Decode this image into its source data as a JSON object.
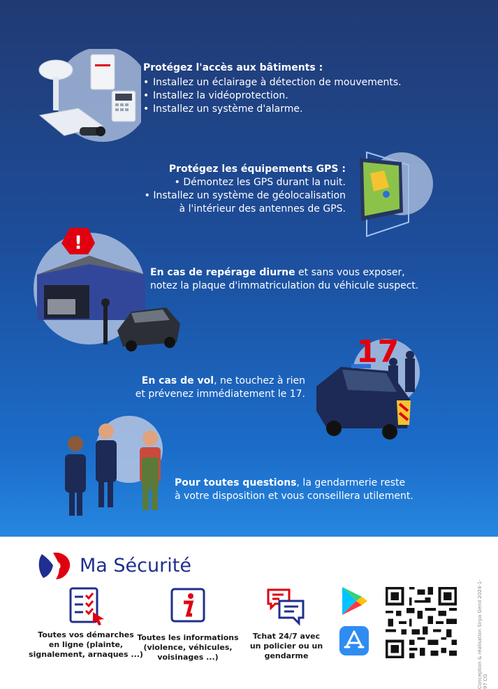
{
  "sections": {
    "buildings": {
      "title": "Protégez l'accès aux bâtiments :",
      "items": [
        "Installez un éclairage à détection de mouvements.",
        "Installez la vidéoprotection.",
        "Installez un système d'alarme."
      ]
    },
    "gps": {
      "title": "Protégez les équipements GPS :",
      "items": [
        "Démontez les GPS durant la nuit.",
        "Installez un système de géolocalisation",
        "à l'intérieur des antennes de GPS."
      ]
    },
    "daytime": {
      "bold": "En cas de repérage diurne",
      "rest": " et sans vous exposer,",
      "line2": "notez la plaque d'immatriculation du véhicule suspect."
    },
    "theft": {
      "bold": "En cas de vol",
      "rest": ", ne touchez à rien",
      "line2": "et prévenez immédiatement le 17."
    },
    "questions": {
      "bold": "Pour toutes questions",
      "rest": ", la gendarmerie reste",
      "line2": "à votre disposition et vous conseillera utilement."
    }
  },
  "badge_17": "17",
  "footer": {
    "brand": "Ma Sécurité",
    "services": [
      {
        "lines": [
          "Toutes vos démarches",
          "en ligne (plainte,",
          "signalement, arnaques ...)"
        ]
      },
      {
        "lines": [
          "Toutes les informations",
          "(violence, véhicules,",
          "voisinages ...)"
        ]
      },
      {
        "lines": [
          "Tchat 24/7 avec",
          "un policier ou un",
          "gendarme"
        ]
      }
    ],
    "credit": "Conception & réalisation Sirpa Gend 2024-1-97 CG"
  },
  "colors": {
    "brand_blue": "#1f2f8f",
    "accent_red": "#e1000f",
    "gend_blue": "#1d2a55"
  }
}
